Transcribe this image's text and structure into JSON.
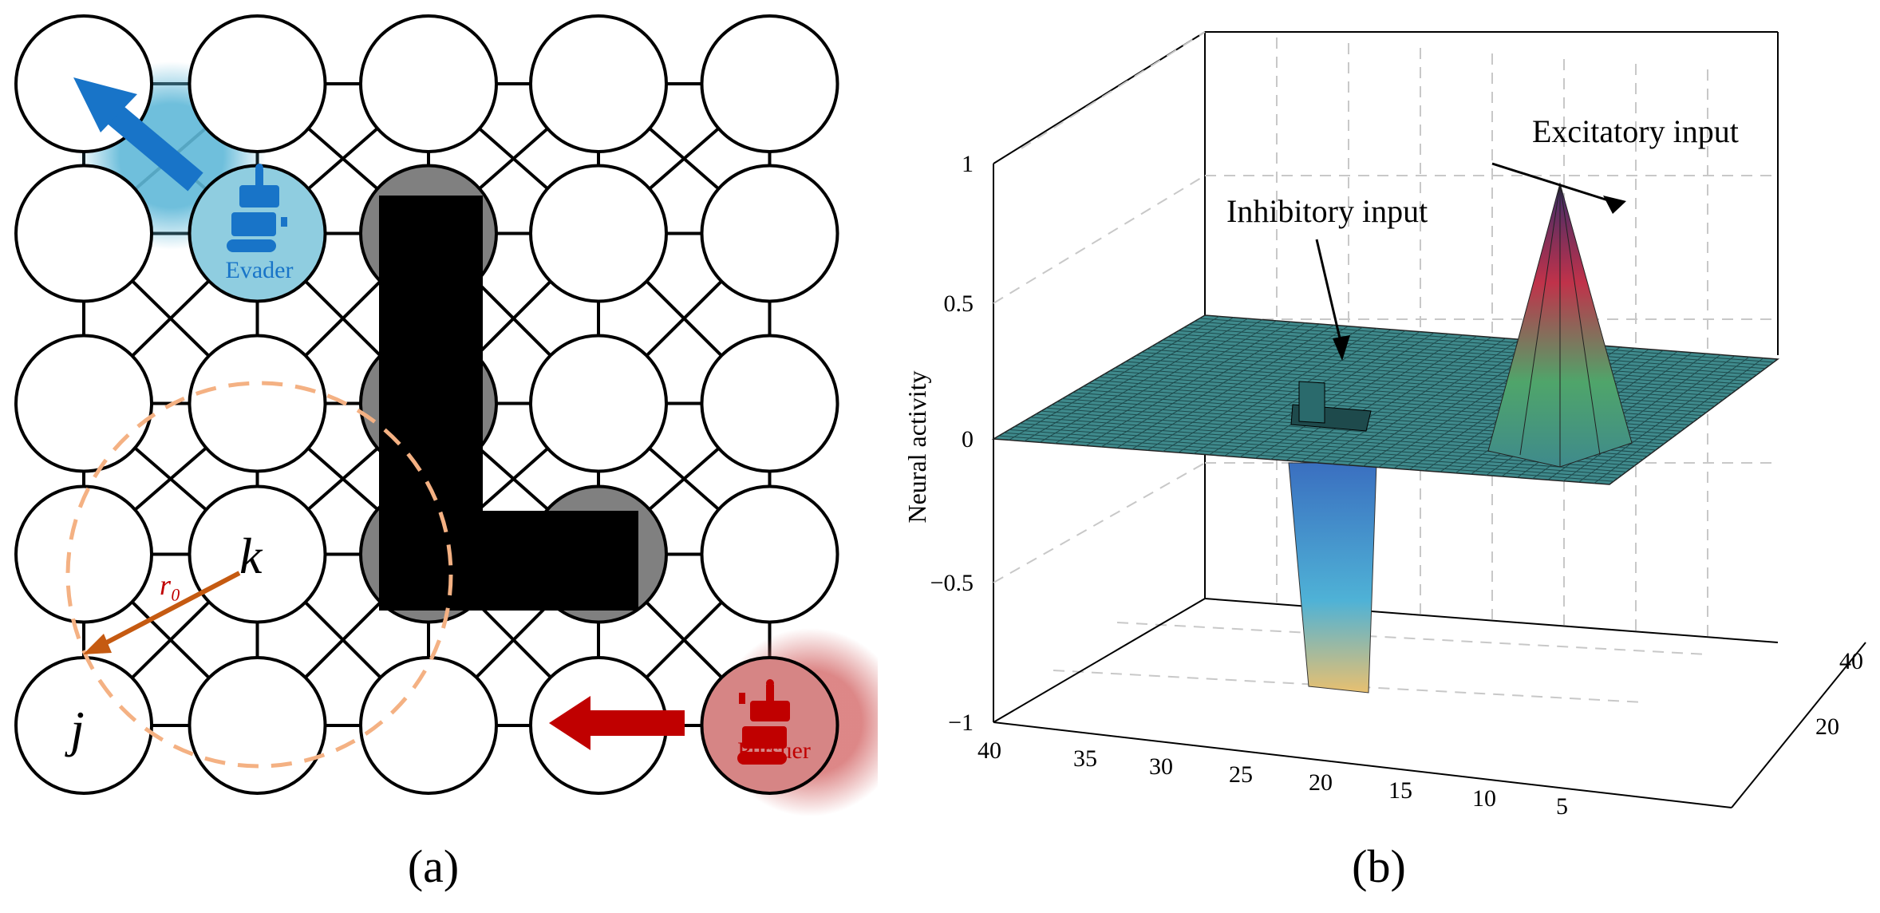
{
  "panel_a": {
    "caption": "(a)",
    "evader_label": "Evader",
    "pursuer_label": "Pursuer",
    "node_k_label": "k",
    "node_j_label": "j",
    "radius_label": "r₀",
    "evader_color": "#1874c8",
    "evader_glow": "#5fb8d8",
    "pursuer_color": "#c00000",
    "pursuer_glow": "#d97a7a",
    "obstacle_color": "#000000",
    "obstacle_node_color": "#808080",
    "radius_circle_color": "#f4b183",
    "radius_arrow_color": "#c55a11"
  },
  "panel_b": {
    "caption": "(b)",
    "ylabel": "Neural activity",
    "annotation_excitatory": "Excitatory input",
    "annotation_inhibitory": "Inhibitory input",
    "z_ticks": [
      "1",
      "0.5",
      "0",
      "−0.5",
      "−1"
    ],
    "x_ticks": [
      "40",
      "35",
      "30",
      "25",
      "20",
      "15",
      "10",
      "5"
    ],
    "y_ticks": [
      "20",
      "40"
    ],
    "surface_color": "#3f8a8c"
  }
}
